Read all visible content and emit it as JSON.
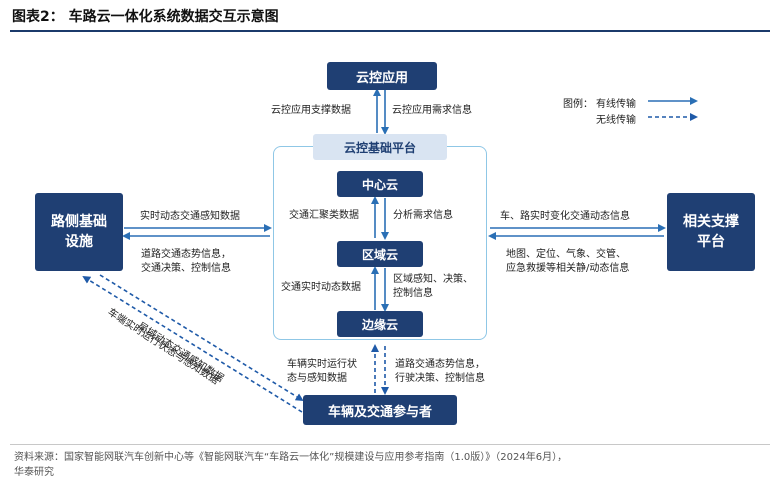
{
  "title": "图表2：  车路云一体化系统数据交互示意图",
  "nodes": {
    "cloud_app": "云控应用",
    "cloud_platform": "云控基础平台",
    "center_cloud": "中心云",
    "region_cloud": "区域云",
    "edge_cloud": "边缘云",
    "roadside": "路侧基础\n设施",
    "support_platform": "相关支撑\n平台",
    "vehicle": "车辆及交通参与者"
  },
  "legend": {
    "prefix": "图例：",
    "wired": "有线传输",
    "wireless": "无线传输"
  },
  "edge_labels": {
    "app_support": "云控应用支撑数据",
    "app_demand": "云控应用需求信息",
    "traffic_aggregate": "交通汇聚类数据",
    "analysis_demand": "分析需求信息",
    "traffic_realtime": "交通实时动态数据",
    "region_info": "区域感知、决策、\n控制信息",
    "road_realtime": "实时动态交通感知数据",
    "road_down": "道路交通态势信息，\n交通决策、控制信息",
    "support_up": "车、路实时变化交通动态信息",
    "support_down": "地图、定位、气象、交管、\n应急救援等相关静/动态信息",
    "vehicle_up": "车辆实时运行状\n态与感知数据",
    "vehicle_down": "道路交通态势信息，\n行驶决策、控制信息",
    "diag_local": "局域动态交通感知数据",
    "diag_vehicle": "车端实时运行状态与感知数据"
  },
  "source": "资料来源：国家智能网联汽车创新中心等《智能网联汽车“车路云一体化”规模建设与应用参考指南（1.0版）》（2024年6月），\n华泰研究",
  "colors": {
    "dark": "#1f3f73",
    "light": "#d9e4f2",
    "frame": "#8fc7e6",
    "arrow": "#2a6fb5"
  }
}
